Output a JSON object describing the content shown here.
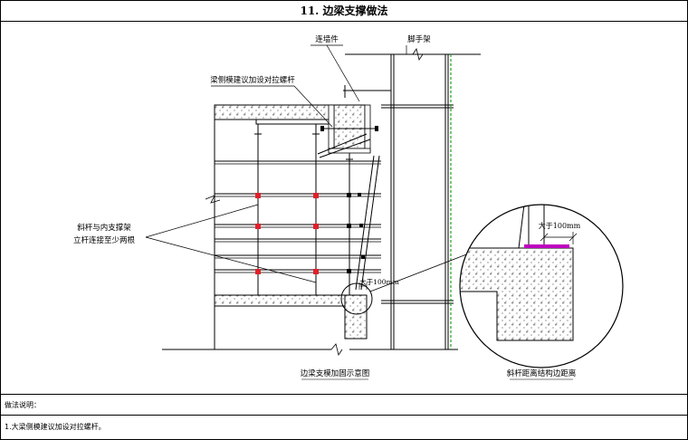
{
  "title": "11. 边梁支撑做法",
  "labels": {
    "wall_tie": "连墙件",
    "scaffold": "脚手架",
    "beam_side_form": "梁侧模建议加设对拉螺杆",
    "diagonal_note_line1": "斜杆与内支撑架",
    "diagonal_note_line2": "立杆连接至少两根",
    "dist_main": "大于100mm",
    "dist_detail": "大于100mm",
    "caption_left": "边梁支模加固示意图",
    "caption_right": "斜杆距离结构边距离"
  },
  "notes": {
    "title": "做法说明：",
    "items": [
      "1.大梁侧模建议加设对拉螺杆。"
    ]
  },
  "colors": {
    "line": "#000000",
    "clamp_red": "#e0202a",
    "pad_magenta": "#c000c0",
    "net_green": "#22a022"
  }
}
